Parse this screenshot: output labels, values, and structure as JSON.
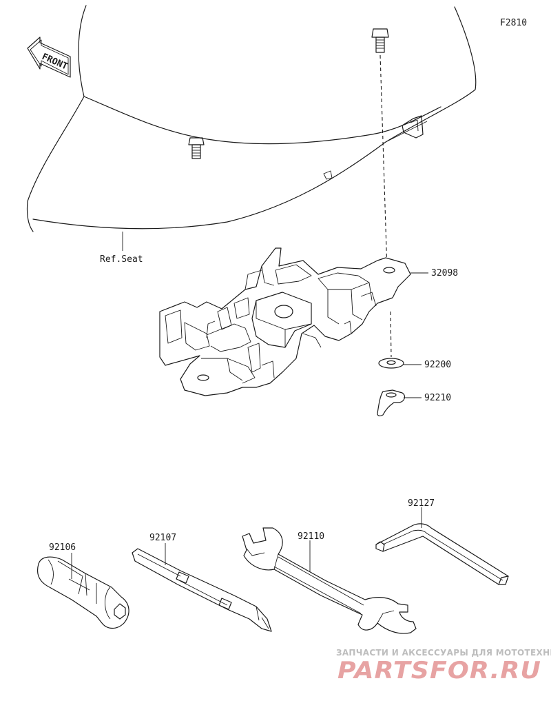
{
  "figure_code": "F2810",
  "direction_label": "FRONT",
  "reference_label": "Ref.Seat",
  "parts": {
    "p32098": "32098",
    "p92200": "92200",
    "p92210": "92210",
    "p92106": "92106",
    "p92107": "92107",
    "p92110": "92110",
    "p92127": "92127"
  },
  "watermark": {
    "tagline": "ЗАПЧАСТИ И АКСЕССУАРЫ ДЛЯ МОТОТЕХНИКИ",
    "brand": "PARTSFOR.RU"
  },
  "colors": {
    "line": "#1a1a1a",
    "background": "#ffffff",
    "watermark_brand": "#e7a3a3",
    "watermark_tagline": "#bdbdbd"
  }
}
